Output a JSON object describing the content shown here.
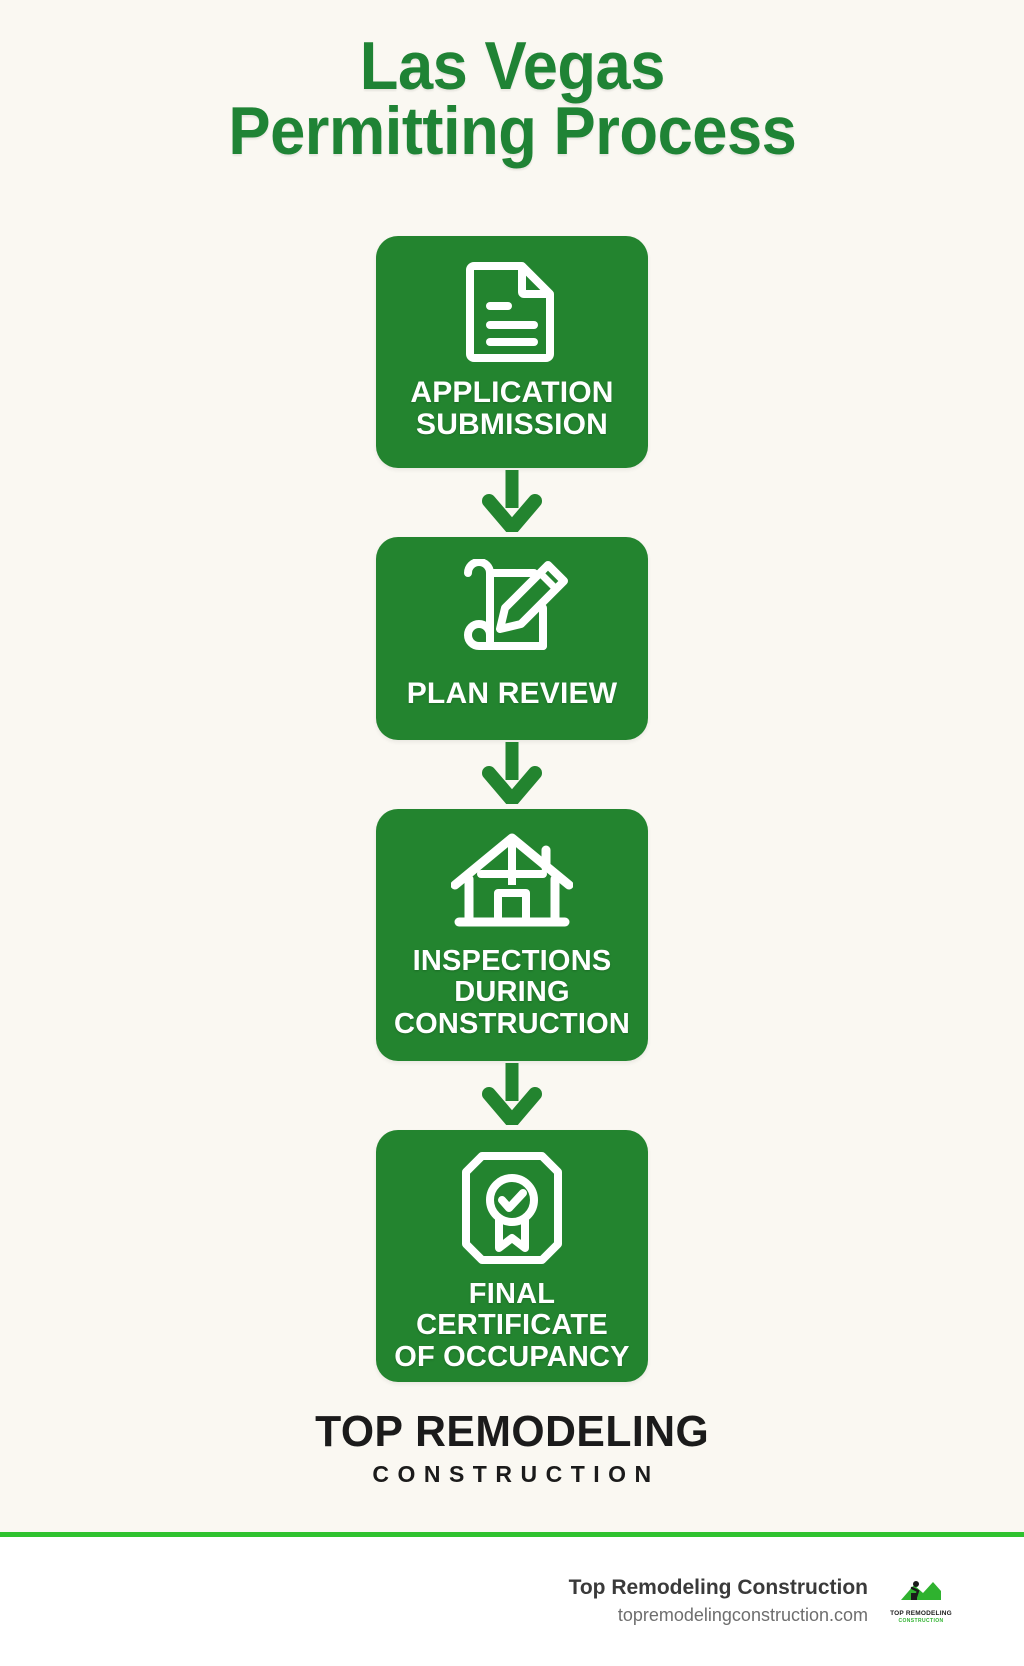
{
  "poster": {
    "background_color": "#faf8f2",
    "accent_green": "#23842f",
    "title_green": "#1f8335",
    "divider_green": "#2fc22f",
    "title_line1": "Las Vegas",
    "title_line2": "Permitting Process"
  },
  "steps": [
    {
      "index": 1,
      "icon": "document-icon",
      "label_lines": [
        "APPLICATION",
        "SUBMISSION"
      ],
      "label": "APPLICATION SUBMISSION"
    },
    {
      "index": 2,
      "icon": "blueprint-pencil-icon",
      "label_lines": [
        "PLAN REVIEW"
      ],
      "label": "PLAN REVIEW"
    },
    {
      "index": 3,
      "icon": "house-icon",
      "label_lines": [
        "INSPECTIONS",
        "DURING",
        "CONSTRUCTION"
      ],
      "label": "INSPECTIONS DURING CONSTRUCTION"
    },
    {
      "index": 4,
      "icon": "certificate-seal-icon",
      "label_lines": [
        "FINAL",
        "CERTIFICATE",
        "OF OCCUPANCY"
      ],
      "label": "FINAL CERTIFICATE OF OCCUPANCY"
    }
  ],
  "arrows": {
    "icon": "arrow-down-icon",
    "count": 3
  },
  "brand": {
    "main": "TOP REMODELING",
    "sub": "CONSTRUCTION"
  },
  "footer": {
    "company": "Top Remodeling Construction",
    "url": "topremodelingconstruction.com",
    "logo": {
      "icon": "roof-logo-icon",
      "main": "TOP REMODELING",
      "sub": "CONSTRUCTION"
    }
  }
}
